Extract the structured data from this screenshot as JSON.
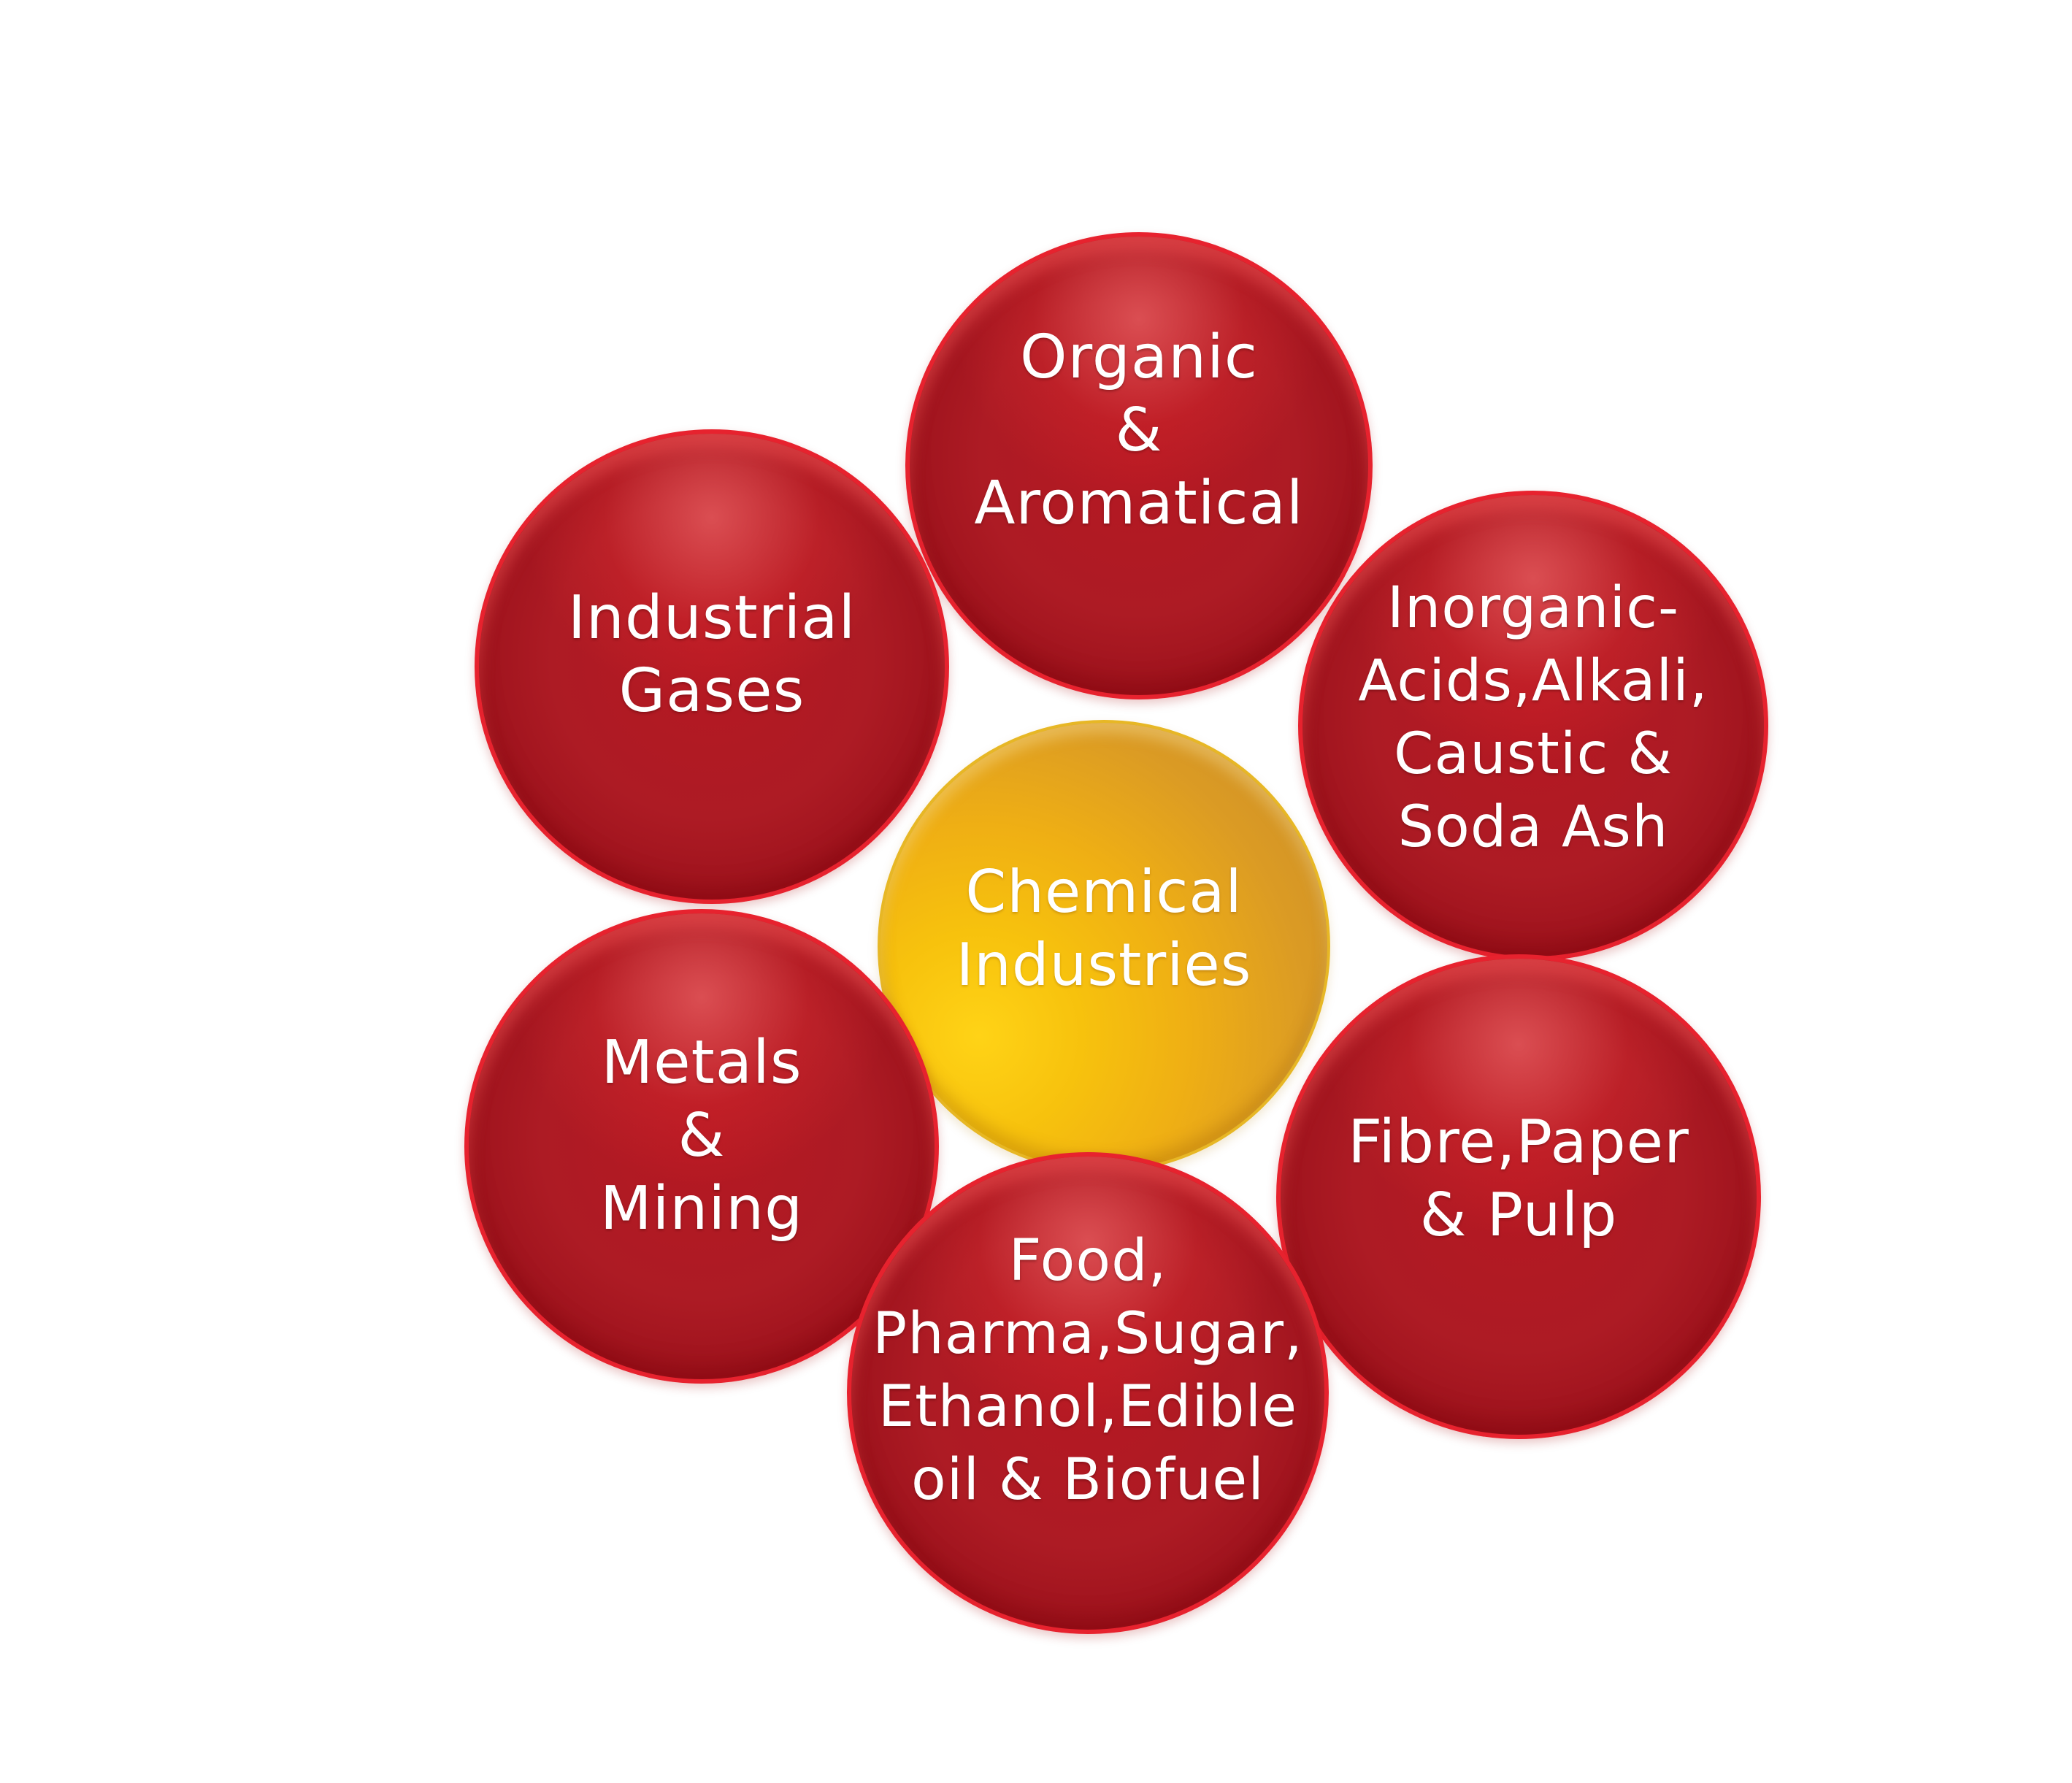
{
  "diagram": {
    "center": {
      "label": "Chemical\nIndustries"
    },
    "nodes": [
      {
        "id": "organic",
        "label": "Organic\n&\nAromatical"
      },
      {
        "id": "industrial-gases",
        "label": "Industrial\nGases"
      },
      {
        "id": "inorganic",
        "label": "Inorganic-\nAcids,Alkali,\nCaustic &\nSoda Ash"
      },
      {
        "id": "metals",
        "label": "Metals\n&\nMining"
      },
      {
        "id": "fibre",
        "label": "Fibre,Paper\n& Pulp"
      },
      {
        "id": "food",
        "label": "Food,\nPharma,Sugar,\nEthanol,Edible\noil & Biofuel"
      }
    ],
    "colors": {
      "red": "#c1121f",
      "gold": "#f0b414",
      "text": "#ffffff",
      "background": "#ffffff"
    }
  }
}
